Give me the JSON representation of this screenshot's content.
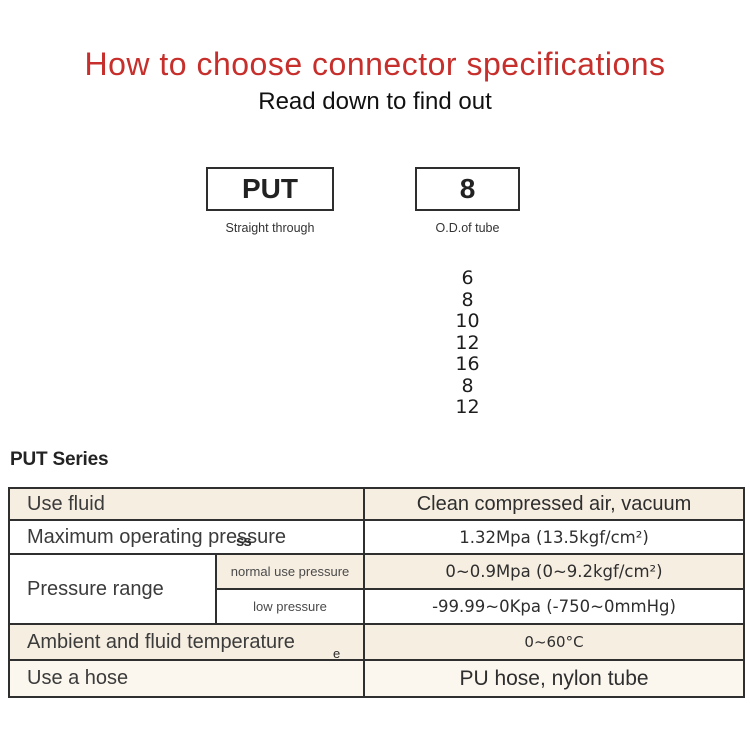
{
  "page": {
    "title": "How to choose connector specifications",
    "subtitle": "Read down to find out",
    "accent_color": "#c62f2b",
    "beige_color": "#f6eee1",
    "border_color": "#2f2f2f"
  },
  "selector": {
    "series_box": {
      "label": "PUT",
      "caption": "Straight through"
    },
    "size_box": {
      "label": "8",
      "caption": "O.D.of tube"
    },
    "size_options": [
      "6",
      "8",
      "10",
      "12",
      "16",
      "8",
      "12"
    ]
  },
  "series_heading": "PUT Series",
  "spec_table": {
    "rows": [
      {
        "label": "Use fluid",
        "value": "Clean compressed air, vacuum"
      },
      {
        "label": "Maximum operating pressure",
        "value": "1.32Mpa  (13.5kgf/cm²)",
        "overlay_artifact": "ss"
      },
      {
        "label": "Pressure range",
        "subrows": [
          {
            "label": "normal use pressure",
            "value": "0~0.9Mpa  (0~9.2kgf/cm²)"
          },
          {
            "label": "low pressure",
            "value": "-99.99~0Kpa  (-750~0mmHg)"
          }
        ]
      },
      {
        "label": "Ambient and fluid temperature",
        "value": "0~60°C",
        "overlay_artifact": "e"
      },
      {
        "label": "Use a hose",
        "value": "PU hose, nylon tube"
      }
    ]
  }
}
